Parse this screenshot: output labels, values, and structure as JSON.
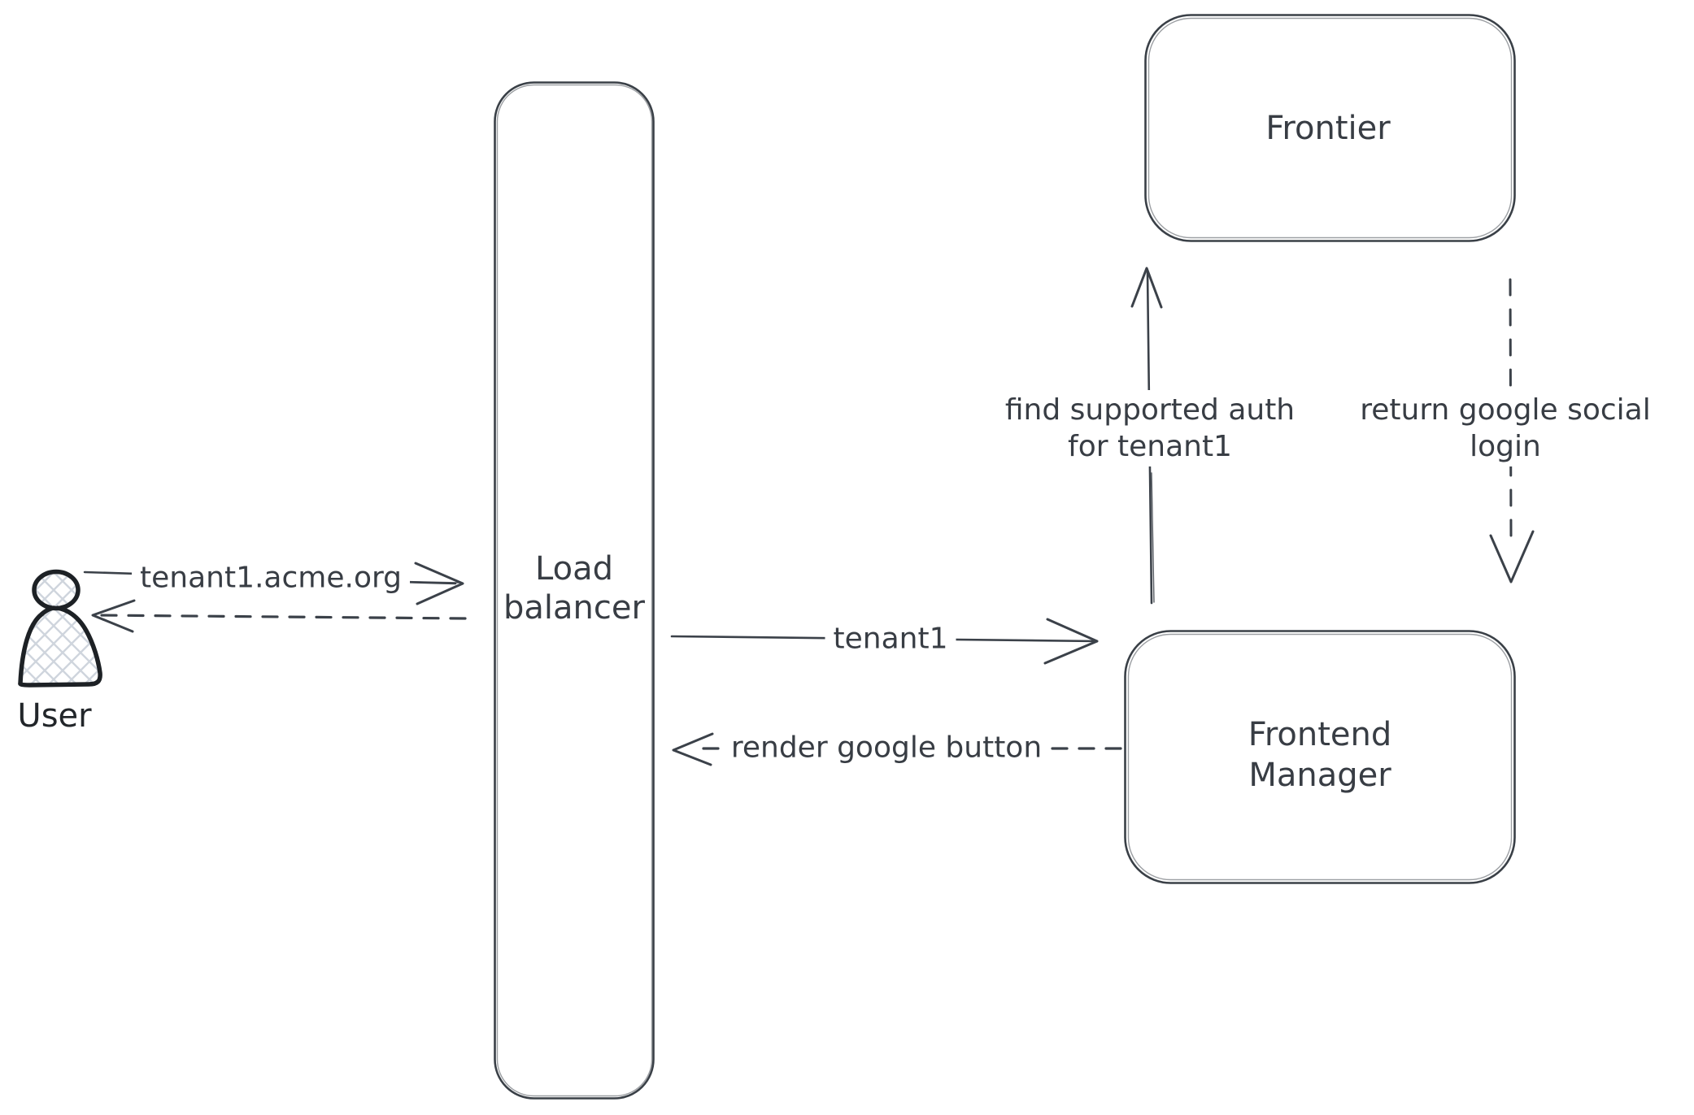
{
  "canvas": {
    "background": "#ffffff"
  },
  "palette": {
    "stroke": "#3a4047",
    "text": "#383d44",
    "figure_stroke": "#1d2125",
    "hatch_fill": "#cfd5dd"
  },
  "nodes": {
    "user": {
      "label": "User"
    },
    "load_balancer": {
      "lines": [
        "Load",
        "balancer"
      ]
    },
    "frontier": {
      "label": "Frontier"
    },
    "frontend_manager": {
      "lines": [
        "Frontend",
        "Manager"
      ]
    }
  },
  "arrows": {
    "request": {
      "label": "tenant1.acme.org"
    },
    "tenant1": {
      "label": "tenant1"
    },
    "render_google_button": {
      "label": "render google button"
    },
    "find_supported_auth": {
      "lines": [
        "find supported auth",
        "for tenant1"
      ]
    },
    "return_google_social": {
      "lines": [
        "return google social",
        "login"
      ]
    }
  }
}
